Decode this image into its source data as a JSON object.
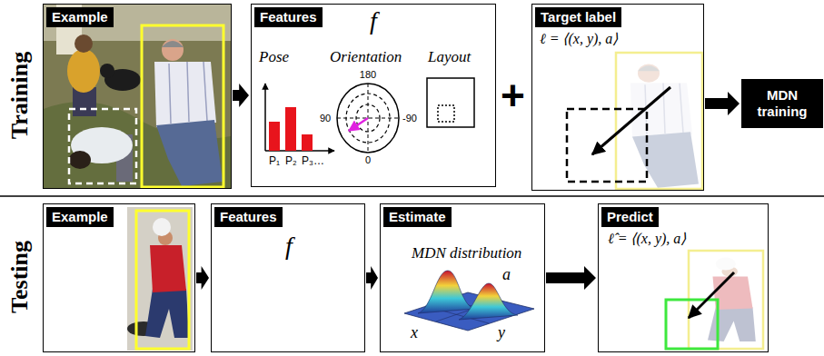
{
  "diagram": {
    "nodes": [
      {
        "text": [
          "Example"
        ]
      },
      {
        "text": [
          "Features",
          "f",
          "Pose",
          "Orientation",
          "Layout"
        ]
      },
      {
        "text": [
          "Target label",
          "ℓ = ⟨(x, y), a⟩"
        ]
      },
      {
        "text": [
          "MDN training"
        ]
      },
      {
        "text": [
          "Example"
        ]
      },
      {
        "text": [
          "Features",
          "f"
        ]
      },
      {
        "text": [
          "Estimate",
          "MDN distribution"
        ]
      },
      {
        "text": [
          "Predict",
          "ℓ̂ = ⟨(x, y), a⟩"
        ]
      }
    ],
    "edges": [
      {
        "from": 0,
        "to": 1,
        "arrow": "to"
      },
      {
        "from": 2,
        "to": 3,
        "arrow": "to"
      },
      {
        "from": 4,
        "to": 5,
        "arrow": "to"
      },
      {
        "from": 5,
        "to": 6,
        "arrow": "to"
      },
      {
        "from": 6,
        "to": 7,
        "arrow": "to"
      }
    ],
    "labels": [
      "Training",
      "Testing",
      "+",
      "P₁",
      "P₂",
      "P₃…",
      "180",
      "90",
      "-90",
      "0",
      "a",
      "x",
      "y"
    ]
  }
}
